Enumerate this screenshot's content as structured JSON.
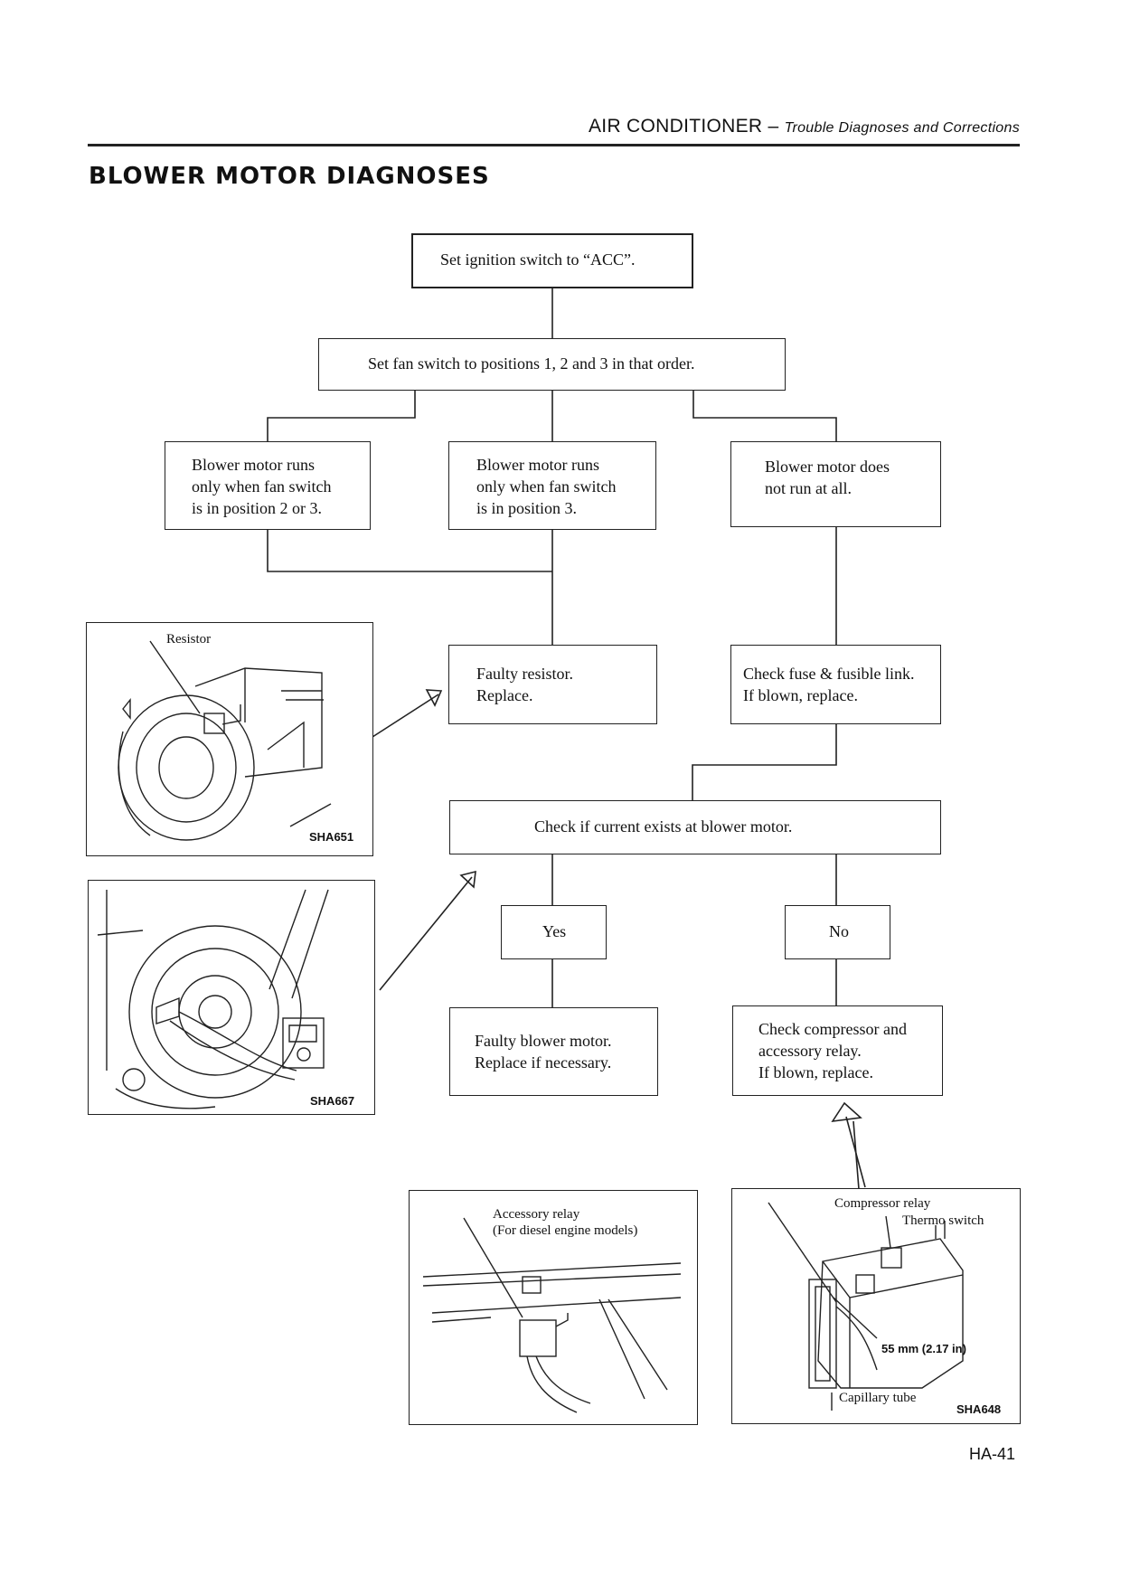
{
  "header": {
    "section": "AIR CONDITIONER",
    "separator": " – ",
    "subtitle": "Trouble Diagnoses and Corrections"
  },
  "page_title": "BLOWER MOTOR DIAGNOSES",
  "flow": {
    "step_acc": "Set ignition switch to “ACC”.",
    "step_fan": "Set fan switch to positions 1, 2 and 3 in that order.",
    "case_pos23": "Blower motor runs\nonly when fan switch\nis in position 2 or 3.",
    "case_pos3": "Blower motor runs\nonly when fan switch\nis in position 3.",
    "case_none": "Blower motor does\nnot run at all.",
    "faulty_resistor": "Faulty resistor.\nReplace.",
    "check_fuse": "Check fuse & fusible link.\nIf blown, replace.",
    "check_current": "Check if current exists at blower motor.",
    "yes": "Yes",
    "no": "No",
    "faulty_motor": "Faulty blower motor.\nReplace if necessary.",
    "check_relay": "Check compressor and\naccessory relay.\nIf blown, replace."
  },
  "figures": {
    "fig1": {
      "label": "Resistor",
      "code": "SHA651"
    },
    "fig2": {
      "code": "SHA667"
    },
    "fig3": {
      "label": "Accessory relay\n(For diesel engine models)"
    },
    "fig4": {
      "label_compressor": "Compressor relay",
      "label_thermo": "Thermo switch",
      "label_dim": "55 mm (2.17 in)",
      "label_tube": "Capillary tube",
      "code": "SHA648"
    }
  },
  "page_number": "HA-41"
}
